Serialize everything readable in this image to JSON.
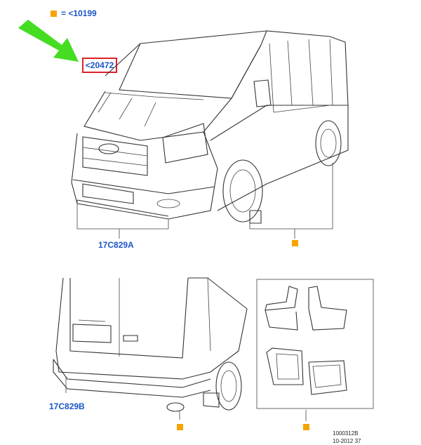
{
  "legend": {
    "marker_color": "#f5a400",
    "text": "= <10199"
  },
  "ref_link": {
    "text": "<20472",
    "box_color": "#e0202a"
  },
  "pointer_arrow": {
    "color": "#44dd22",
    "icon": "arrow-icon"
  },
  "labels": {
    "front_part": "17C829A",
    "rear_part": "17C829B"
  },
  "doc_code": {
    "line1": "1000312B",
    "line2": "10-2012 37"
  },
  "colors": {
    "link": "#1a55c8",
    "marker": "#f5a400"
  }
}
